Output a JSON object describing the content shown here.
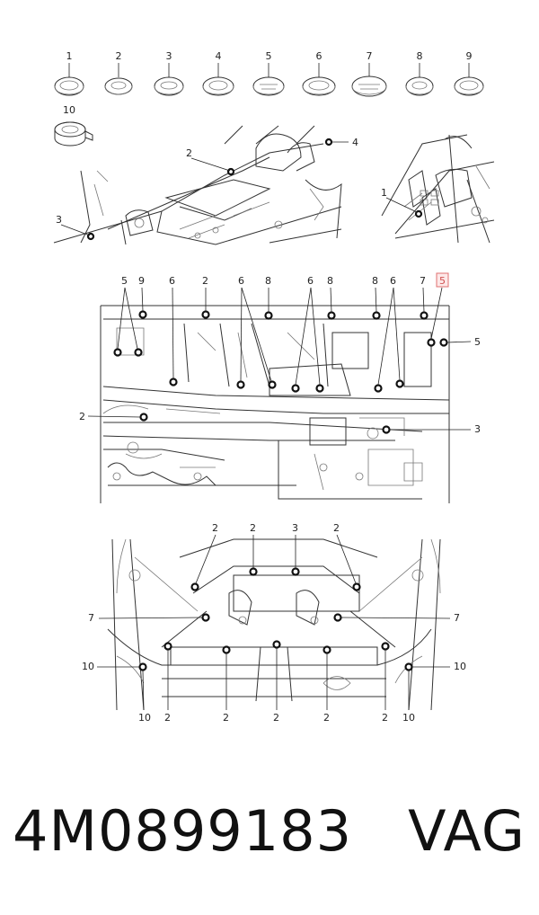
{
  "parts_row": [
    "1",
    "2",
    "3",
    "4",
    "5",
    "6",
    "7",
    "8",
    "9"
  ],
  "part_10": "10",
  "top_left_labels": [
    "2",
    "4",
    "3"
  ],
  "top_right_labels": [
    "1"
  ],
  "mid_labels_top": [
    "5",
    "9",
    "6",
    "2",
    "6",
    "8",
    "6",
    "8",
    "8",
    "6",
    "7",
    "5"
  ],
  "mid_labels_side": [
    "5",
    "2",
    "3"
  ],
  "bottom_labels_top": [
    "2",
    "2",
    "3",
    "2"
  ],
  "bottom_labels_side": [
    "7",
    "7",
    "10",
    "10"
  ],
  "bottom_labels_bottom": [
    "10",
    "2",
    "2",
    "2",
    "2",
    "2",
    "10"
  ],
  "footer": {
    "part_number": "4M0899183",
    "brand": "VAG"
  }
}
